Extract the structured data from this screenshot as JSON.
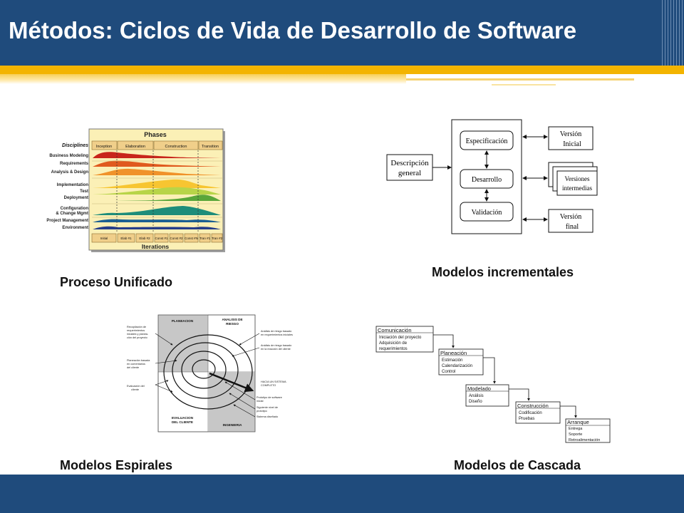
{
  "title": "Métodos: Ciclos de Vida de Desarrollo de Software",
  "colors": {
    "header": "#1f4b7c",
    "accent": "#f3b400"
  },
  "captions": {
    "rup": "Proceso Unificado",
    "incremental": "Modelos incrementales",
    "spiral": "Modelos Espirales",
    "waterfall": "Modelos de Cascada"
  },
  "rup": {
    "phases_title": "Phases",
    "disciplines_title": "Disciplines",
    "phases": [
      "Inception",
      "Elaboration",
      "Construction",
      "Transition"
    ],
    "disciplines": [
      "Business Modeling",
      "Requirements",
      "Analysis & Design",
      "Implementation",
      "Test",
      "Deployment",
      "Configuration",
      "& Change Mgmt",
      "Project Management",
      "Environment"
    ],
    "iterations": [
      "Initial",
      "Elab #1",
      "Elab #2",
      "Const #1",
      "Const #2",
      "Const #N",
      "Tran #1",
      "Tran #2"
    ],
    "iterations_title": "Iterations"
  },
  "incremental": {
    "descripcion": [
      "Descripción",
      "general"
    ],
    "inner": [
      "Especificación",
      "Desarrollo",
      "Validación"
    ],
    "version_inicial": [
      "Versión",
      "Inicial"
    ],
    "versiones_intermedias": [
      "Versiones",
      "intermedias"
    ],
    "version_final": [
      "Versión",
      "final"
    ]
  },
  "spiral": {
    "quadrants": [
      "PLANEACION",
      "ANALISIS DE",
      "RIESGO",
      "EVALUACION",
      "DEL CLIENTE",
      "INGENIERIA"
    ],
    "left_notes": [
      "Recopilación de",
      "requerimientos",
      "iniciales y planea-",
      "ción del proyecto",
      "Planeación basada",
      "en comentarios",
      "del cliente",
      "Evaluación del",
      "cliente"
    ],
    "right_notes": [
      "Análisis de riesgo basado",
      "en requerimientos iniciales",
      "Análisis de riesgo basado",
      "en la reacción del cliente",
      "HACIA UN SISTEMA",
      "COMPLETO",
      "Prototipo de software",
      "inicial",
      "Siguiente nivel de",
      "prototipo",
      "Sistema diseñado"
    ]
  },
  "waterfall": {
    "comunicacion": [
      "Comunicación",
      "Iniciación del proyecto",
      "Adquisición de",
      "requerimientos"
    ],
    "planeacion": [
      "Planeación",
      "Estimación",
      "Calendarización",
      "Control"
    ],
    "modelado": [
      "Modelado",
      "Análisis",
      "Diseño"
    ],
    "construccion": [
      "Construcción",
      "Codificación",
      "Pruebas"
    ],
    "arranque": [
      "Arranque",
      "Entrega",
      "Soporte",
      "Retroalimentación"
    ]
  }
}
